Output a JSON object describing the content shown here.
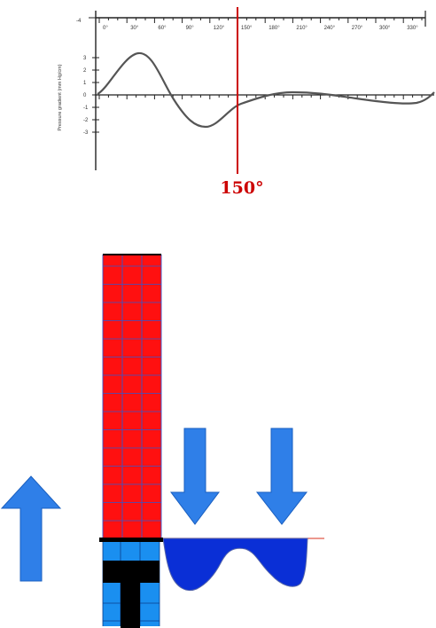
{
  "graph": {
    "y_axis_label": "Pressure gradient (mm Hg/cm)",
    "x_ticks": [
      "0°",
      "30°",
      "60°",
      "90°",
      "120°",
      "150°",
      "180°",
      "210°",
      "240°",
      "270°",
      "300°",
      "330°"
    ],
    "y_ticks": [
      "3",
      "2",
      "1",
      "0",
      "-1",
      "-2",
      "-3"
    ],
    "corner_tick": "-4",
    "marker_label": "150°",
    "colors": {
      "curve": "#555555",
      "marker": "#cc0000"
    }
  },
  "diagram": {
    "colors": {
      "column": "#ff1010",
      "grid": "#3355cc",
      "water": "#0a2fd6",
      "arrow": "#2f7fe8",
      "arrow_edge": "#1a5fc0",
      "base_block": "#1a8ff0",
      "rod": "#000000",
      "surface_line": "#e05a4a"
    }
  }
}
